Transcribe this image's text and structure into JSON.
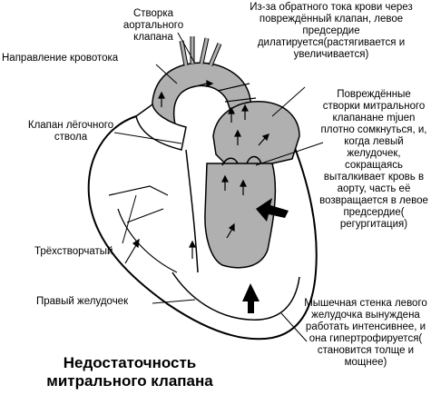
{
  "labels": {
    "aortic_valve": "Створка  аортального клапана",
    "flow_direction": "Направление кровотока",
    "pulmonary_valve": "Клапан лёгочного ствола",
    "tricuspid": "Трёхстворчатый",
    "right_ventricle": "Правый желудочек",
    "backflow": "Из-за обратного тока крови через повреждённый клапан, левое предсердие дилатируется(растягивается и увеличивается)",
    "damaged_mitral": "Повреждённые створки митрального клапанане mjuen плотно сомкнуться, и, когда левый желудочек, сокращаясь выталкивает кровь в аорту, часть её возвращается в левое предсердие( регургитация)",
    "muscle_wall": "Мышечная стенка левого желудочка вынуждена работать интенсивнее, и она гипертрофируется( становится толще и мощнее)"
  },
  "title": "Недостаточность митрального клапана",
  "colors": {
    "shaded": "#b0b0b0",
    "line": "#000000"
  }
}
